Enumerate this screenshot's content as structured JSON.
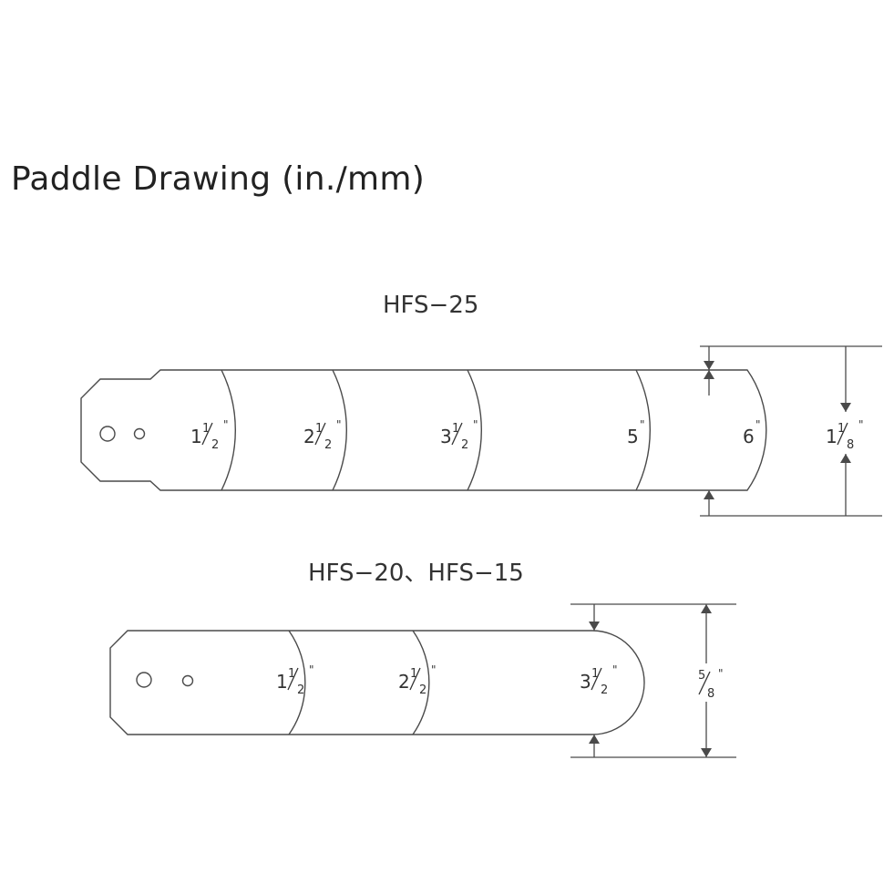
{
  "title": "Paddle Drawing (in./mm)",
  "paddles": [
    {
      "model": "HFS−25",
      "sizes": [
        {
          "whole": "1",
          "num": "1",
          "den": "2",
          "unit": "\""
        },
        {
          "whole": "2",
          "num": "1",
          "den": "2",
          "unit": "\""
        },
        {
          "whole": "3",
          "num": "1",
          "den": "2",
          "unit": "\""
        },
        {
          "whole": "5",
          "num": "",
          "den": "",
          "unit": "\""
        },
        {
          "whole": "6",
          "num": "",
          "den": "",
          "unit": "\""
        }
      ],
      "width": {
        "whole": "1",
        "num": "1",
        "den": "8",
        "unit": "\""
      }
    },
    {
      "model": "HFS−20、HFS−15",
      "sizes": [
        {
          "whole": "1",
          "num": "1",
          "den": "2",
          "unit": "\""
        },
        {
          "whole": "2",
          "num": "1",
          "den": "2",
          "unit": "\""
        },
        {
          "whole": "3",
          "num": "1",
          "den": "2",
          "unit": "\""
        }
      ],
      "width": {
        "whole": "",
        "num": "5",
        "den": "8",
        "unit": "\""
      }
    }
  ],
  "colors": {
    "line": "#4a4a4a",
    "text": "#333333",
    "background": "#ffffff"
  }
}
